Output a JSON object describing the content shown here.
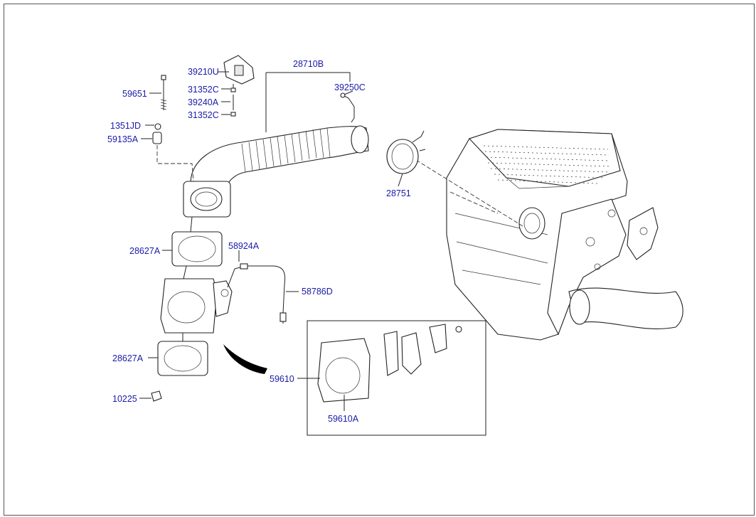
{
  "labels": {
    "p28710B": "28710B",
    "p39210U": "39210U",
    "p31352C_a": "31352C",
    "p39240A": "39240A",
    "p31352C_b": "31352C",
    "p39250C": "39250C",
    "p59651": "59651",
    "p1351JD": "1351JD",
    "p59135A": "59135A",
    "p28751": "28751",
    "p28627A_a": "28627A",
    "p58924A": "58924A",
    "p58786D": "58786D",
    "p28627A_b": "28627A",
    "p10225": "10225",
    "p59610": "59610",
    "p59610A": "59610A"
  },
  "colors": {
    "label": "#1a1aa8",
    "line": "#222222",
    "frame": "#555555"
  }
}
